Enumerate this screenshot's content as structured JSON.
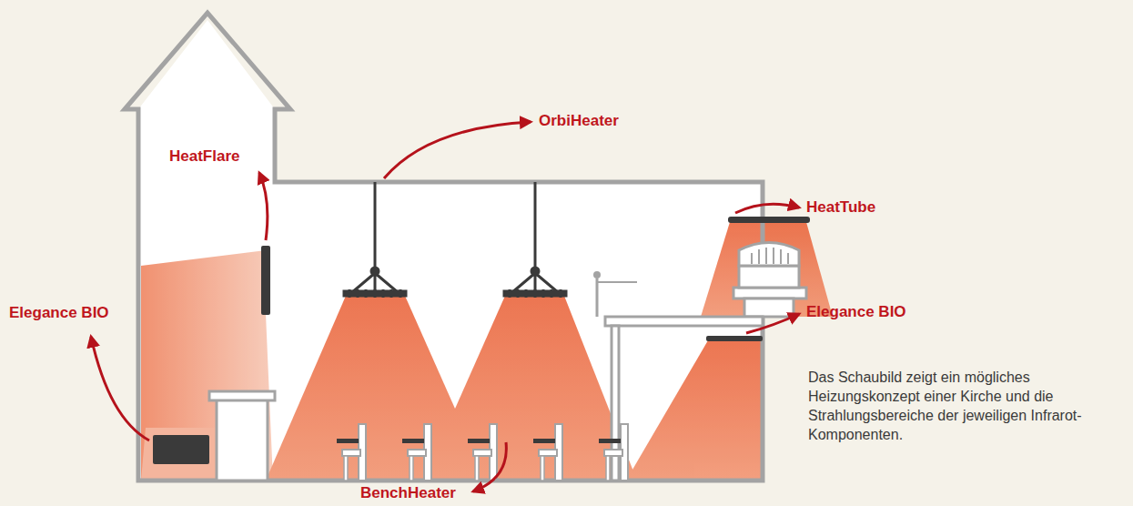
{
  "diagram": {
    "caption": "Das Schaubild zeigt ein mögliches Heizungskonzept einer Kirche und die Strahlungsbereiche der jeweiligen Infrarot-Komponenten.",
    "labels": [
      "HeatFlare",
      "OrbiHeater",
      "HeatTube",
      "Elegance BIO",
      "Elegance BIO",
      "BenchHeater"
    ]
  }
}
